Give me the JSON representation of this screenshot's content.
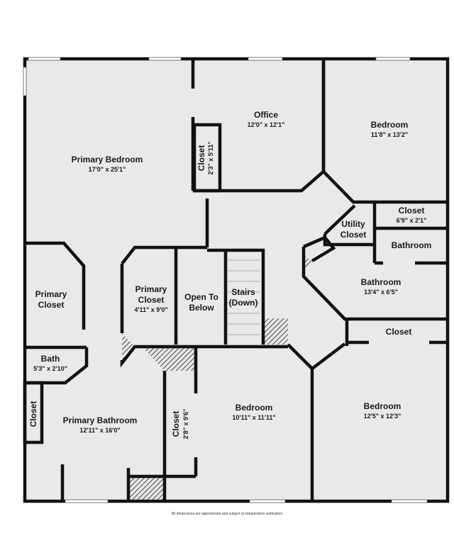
{
  "rooms": {
    "primary_bedroom": {
      "name": "Primary Bedroom",
      "dims": "17'0\" x 25'1\""
    },
    "office": {
      "name": "Office",
      "dims": "12'0\" x 12'1\""
    },
    "bedroom_ne": {
      "name": "Bedroom",
      "dims": "11'8\" x 13'2\""
    },
    "office_closet": {
      "name": "Closet",
      "dims": "2'3\" x 5'11\""
    },
    "closet_ne": {
      "name": "Closet",
      "dims": "6'9\" x 2'1\""
    },
    "utility_closet": {
      "line1": "Utility",
      "line2": "Closet"
    },
    "bathroom_small": {
      "name": "Bathroom"
    },
    "bathroom_e": {
      "name": "Bathroom",
      "dims": "13'4\" x 6'5\""
    },
    "closet_e": {
      "name": "Closet"
    },
    "primary_closet_w": {
      "line1": "Primary",
      "line2": "Closet"
    },
    "primary_closet_c": {
      "line1": "Primary",
      "line2": "Closet",
      "dims": "4'11\" x 9'0\""
    },
    "open_to_below": {
      "line1": "Open To",
      "line2": "Below"
    },
    "stairs": {
      "line1": "Stairs",
      "line2": "(Down)"
    },
    "bath": {
      "name": "Bath",
      "dims": "5'3\" x 2'10\""
    },
    "closet_w": {
      "name": "Closet"
    },
    "primary_bathroom": {
      "name": "Primary Bathroom",
      "dims": "12'11\" x 16'0\""
    },
    "closet_sc": {
      "name": "Closet",
      "dims": "2'8\" x 9'6\""
    },
    "bedroom_s": {
      "name": "Bedroom",
      "dims": "10'11\" x 11'11\""
    },
    "bedroom_se": {
      "name": "Bedroom",
      "dims": "12'5\" x 12'3\""
    }
  },
  "footer": {
    "disclaimer": "All dimensions are approximate and subject to independent verification"
  }
}
